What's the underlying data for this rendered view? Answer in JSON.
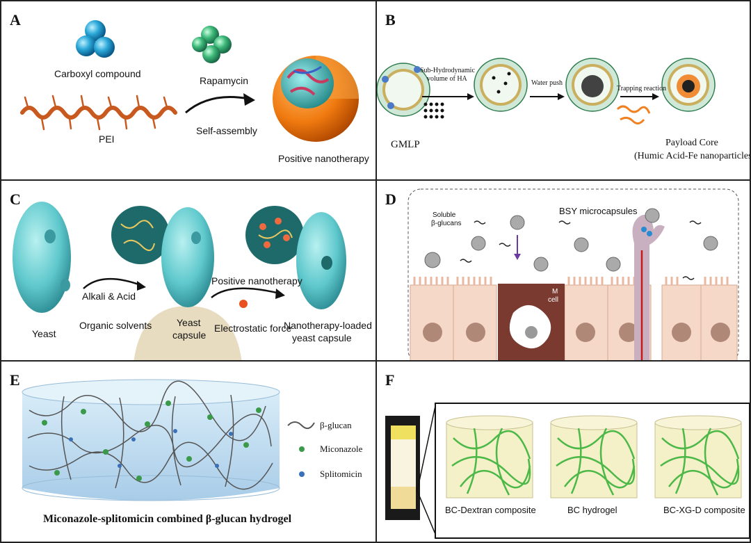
{
  "panelA": {
    "label": "A",
    "carboxyl": "Carboxyl compound",
    "pei": "PEI",
    "rapamycin": "Rapamycin",
    "self_assembly": "Self-assembly",
    "product": "Positive nanotherapy",
    "colors": {
      "carboxyl": "#2aa8d8",
      "rapamycin": "#3cb878",
      "pei": "#d86a28",
      "shell": "#f07a10",
      "core": "#3aa8a8"
    }
  },
  "panelB": {
    "label": "B",
    "gmlp": "GMLP",
    "step1": "Sub-Hydrodynamic",
    "step1b": "volume of HA",
    "step2": "Water push",
    "step3": "Trapping reaction",
    "payload": "Payload Core",
    "payload_sub": "(Humic Acid-Fe nanoparticles)"
  },
  "panelC": {
    "label": "C",
    "yeast": "Yeast",
    "alkali": "Alkali & Acid",
    "organic": "Organic solvents",
    "capsule_l1": "Yeast",
    "capsule_l2": "capsule",
    "positive": "Positive nanotherapy",
    "electro": "Electrostatic force",
    "loaded_l1": "Nanotherapy-loaded",
    "loaded_l2": "yeast capsule",
    "colors": {
      "yeast": "#5ec8cc",
      "ground": "#e8dcc0"
    }
  },
  "panelD": {
    "label": "D",
    "soluble_l1": "Soluble",
    "soluble_l2": "β-glucans",
    "bsy": "BSY microcapsules",
    "m_cell_l1": "M",
    "m_cell_l2": "cell",
    "colors": {
      "cell": "#f6d8c8",
      "mcell": "#7a3a30",
      "dc": "#c8b0c0"
    }
  },
  "panelE": {
    "label": "E",
    "legend": [
      "β-glucan",
      "Miconazole",
      "Splitomicin"
    ],
    "caption": "Miconazole-splitomicin combined β-glucan hydrogel",
    "colors": {
      "gel": "#b8d8ee",
      "miconazole": "#3a9a4a",
      "splitomicin": "#3a70b8"
    }
  },
  "panelF": {
    "label": "F",
    "items": [
      "BC-Dextran composite",
      "BC hydrogel",
      "BC-XG-D composite"
    ],
    "colors": {
      "fiber": "#4cb848",
      "jar": "#f4f0c8",
      "bottle": "#f0e060"
    }
  }
}
